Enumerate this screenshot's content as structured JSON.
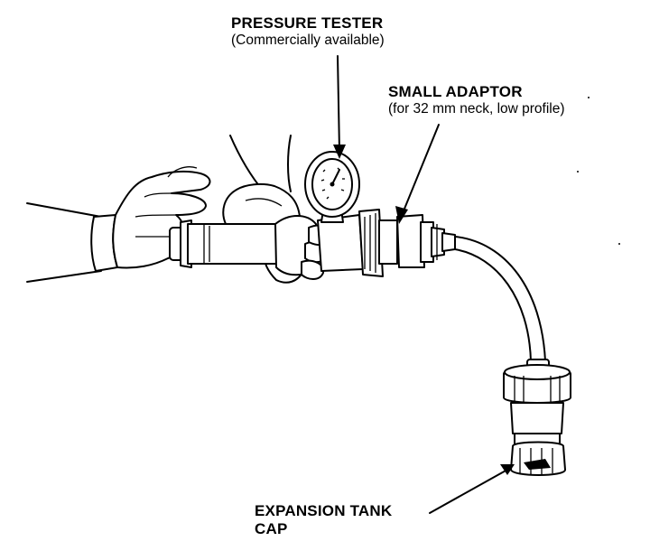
{
  "labels": {
    "pressure_tester": {
      "title": "PRESSURE TESTER",
      "note": "(Commercially available)"
    },
    "small_adaptor": {
      "title": "SMALL ADAPTOR",
      "note": "(for 32 mm neck, low profile)"
    },
    "expansion_tank_cap": {
      "line1": "EXPANSION TANK",
      "line2": "CAP"
    }
  },
  "colors": {
    "ink": "#000000",
    "background": "#ffffff"
  }
}
